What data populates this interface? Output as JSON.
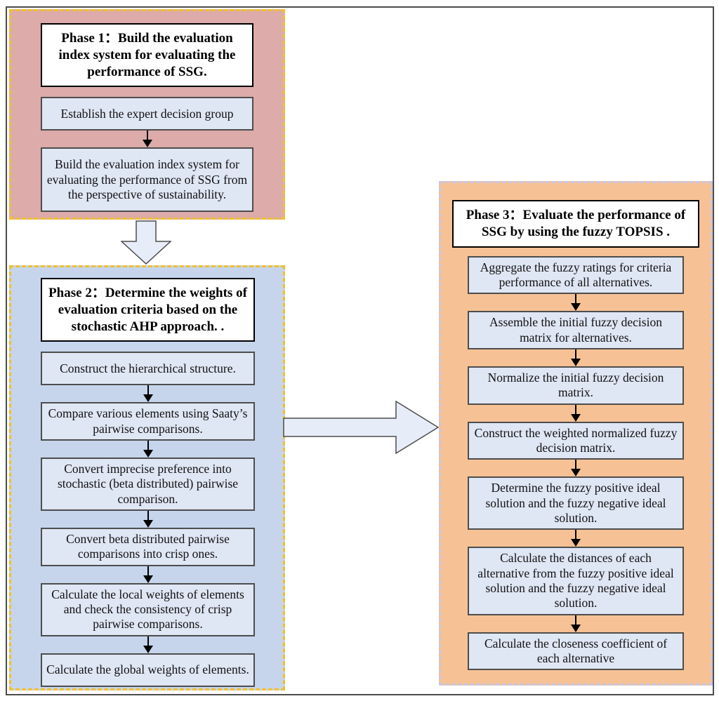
{
  "phase1": {
    "title": "Phase 1：Build the evaluation index system for evaluating the performance of SSG.",
    "steps": [
      "Establish the expert decision group",
      "Build the evaluation index system for evaluating the performance of SSG from the perspective of sustainability."
    ]
  },
  "phase2": {
    "title": "Phase 2：Determine the weights of evaluation criteria based on the stochastic AHP approach. .",
    "steps": [
      "Construct the hierarchical structure.",
      "Compare various elements using Saaty’s pairwise comparisons.",
      "Convert imprecise preference into stochastic (beta distributed) pairwise comparison.",
      "Convert beta distributed pairwise comparisons into crisp ones.",
      "Calculate the local weights of elements and check the consistency of crisp pairwise comparisons.",
      "Calculate the global weights of elements."
    ]
  },
  "phase3": {
    "title": "Phase 3：Evaluate the performance of SSG by using the fuzzy TOPSIS .",
    "steps": [
      "Aggregate the fuzzy ratings for criteria performance of all alternatives.",
      "Assemble the initial fuzzy decision matrix for alternatives.",
      "Normalize the initial fuzzy decision matrix.",
      "Construct the weighted normalized fuzzy decision matrix.",
      "Determine the fuzzy positive ideal solution and the fuzzy negative ideal solution.",
      "Calculate the distances of each alternative from the fuzzy positive ideal solution and the fuzzy negative ideal solution.",
      "Calculate the closeness coefficient of each alternative"
    ]
  },
  "colors": {
    "phase1_bg": "#dcabaa",
    "phase2_bg": "#c6d5ec",
    "phase3_bg": "#f6c295",
    "phase12_border": "#f0c12f",
    "phase3_border": "#c9c5e1",
    "step_box_bg": "#dfe6f4",
    "step_box_border": "#4d4d4d",
    "big_arrow_fill": "#e7edf8",
    "big_arrow_stroke": "#4d4d4d",
    "frame": "#4c4c4c"
  }
}
